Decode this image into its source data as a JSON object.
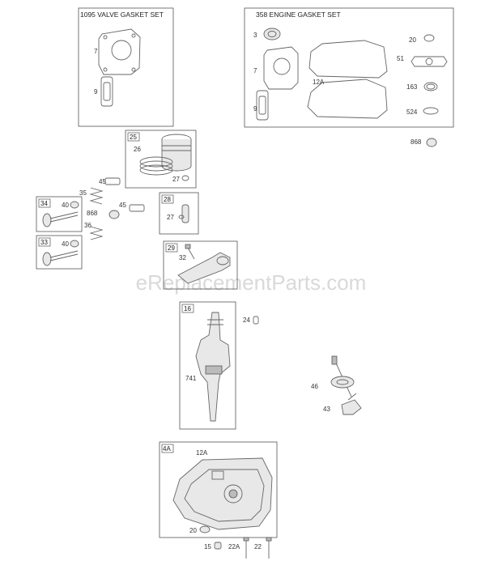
{
  "watermark": "eReplacementParts.com",
  "kits": {
    "valve_gasket_set": "1095 VALVE GASKET SET",
    "engine_gasket_set": "358 ENGINE GASKET SET"
  },
  "boxes": {
    "b25": "25",
    "b34": "34",
    "b28": "28",
    "b33": "33",
    "b29": "29",
    "b16": "16",
    "b4a": "4A"
  },
  "labels": {
    "v7": "7",
    "v9": "9",
    "e3": "3",
    "e7": "7",
    "e9": "9",
    "e12a": "12A",
    "e20": "20",
    "e51": "51",
    "e163": "163",
    "e524": "524",
    "p868a": "868",
    "p26": "26",
    "p27a": "27",
    "p45a": "45",
    "p35": "35",
    "p40a": "40",
    "p868b": "868",
    "p45b": "45",
    "p36": "36",
    "p40b": "40",
    "p27b": "27",
    "p32": "32",
    "p24": "24",
    "p741": "741",
    "p46": "46",
    "p43": "43",
    "p12a": "12A",
    "p20": "20",
    "p15": "15",
    "p22a": "22A",
    "p22": "22"
  }
}
